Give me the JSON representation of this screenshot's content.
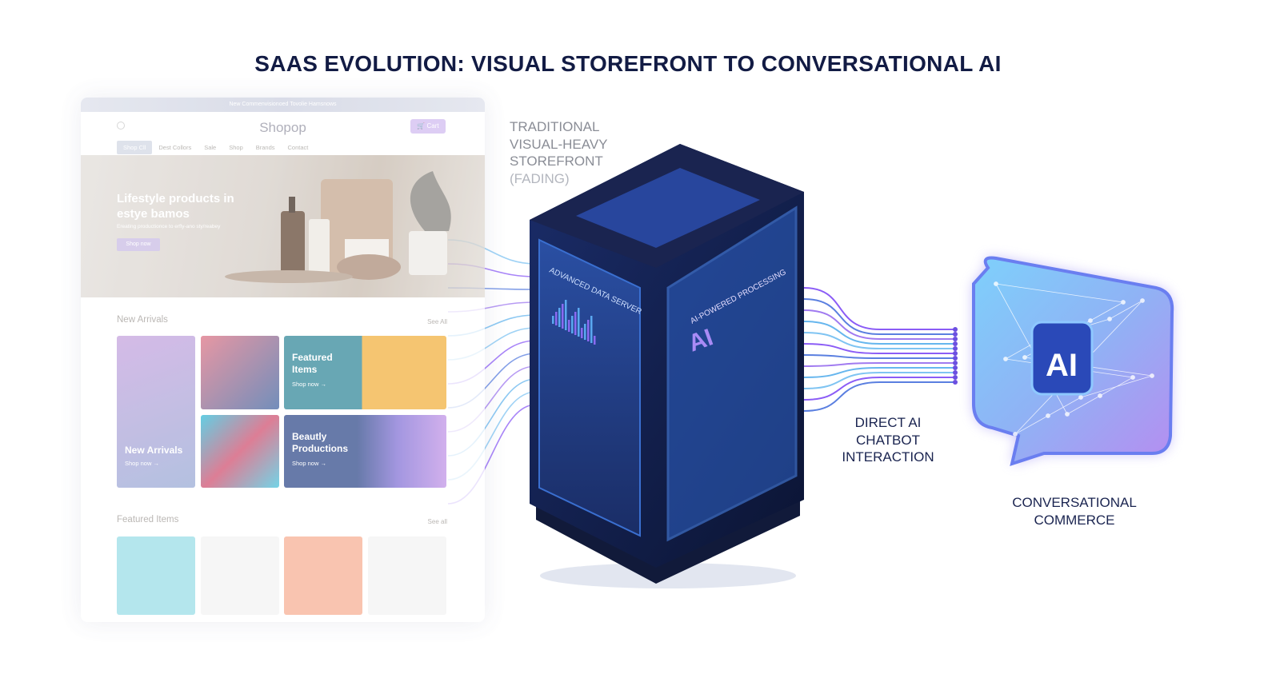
{
  "title": "SAAS EVOLUTION: VISUAL STOREFRONT TO CONVERSATIONAL AI",
  "storefront": {
    "banner": "New Commenvisionoed Tovolie Hamsnows",
    "logo": "Shopop",
    "cart": "Cart",
    "nav": [
      "Shop Cll",
      "Dest Collors",
      "Sale",
      "Shop",
      "Brands",
      "Contact"
    ],
    "hero": {
      "headline": "Lifestyle products in estye bamos",
      "sub": "Ereating productionce to erfly-ano sty/reabey",
      "button": "Shop now"
    },
    "new_arrivals": {
      "heading": "New Arrivals",
      "see_all": "See All",
      "tiles": [
        {
          "title": "New Arrivals",
          "cta": "Shop now →"
        },
        {
          "title": "Featured Items",
          "cta": "Shop now →"
        },
        {
          "title": "Beautly Productions",
          "cta": "Shop now →"
        }
      ]
    },
    "featured": {
      "heading": "Featured Items",
      "see_all": "See all"
    }
  },
  "labels": {
    "storefront": [
      "TRADITIONAL",
      "VISUAL-HEAVY",
      "STOREFRONT",
      "(FADING)"
    ],
    "chatbot": [
      "DIRECT AI",
      "CHATBOT",
      "INTERACTION"
    ],
    "commerce": [
      "CONVERSATIONAL",
      "COMMERCE"
    ]
  },
  "server": {
    "screen_left": "ADVANCED DATA SERVER",
    "screen_right": "AI-POWERED PROCESSING",
    "right_glyph": "AI"
  },
  "chat_bubble": {
    "text": "AI"
  },
  "colors": {
    "navy": "#121b44",
    "server": "#1e3f8f",
    "purple": "#8b5cf6",
    "cyan": "#5ab8f0"
  }
}
